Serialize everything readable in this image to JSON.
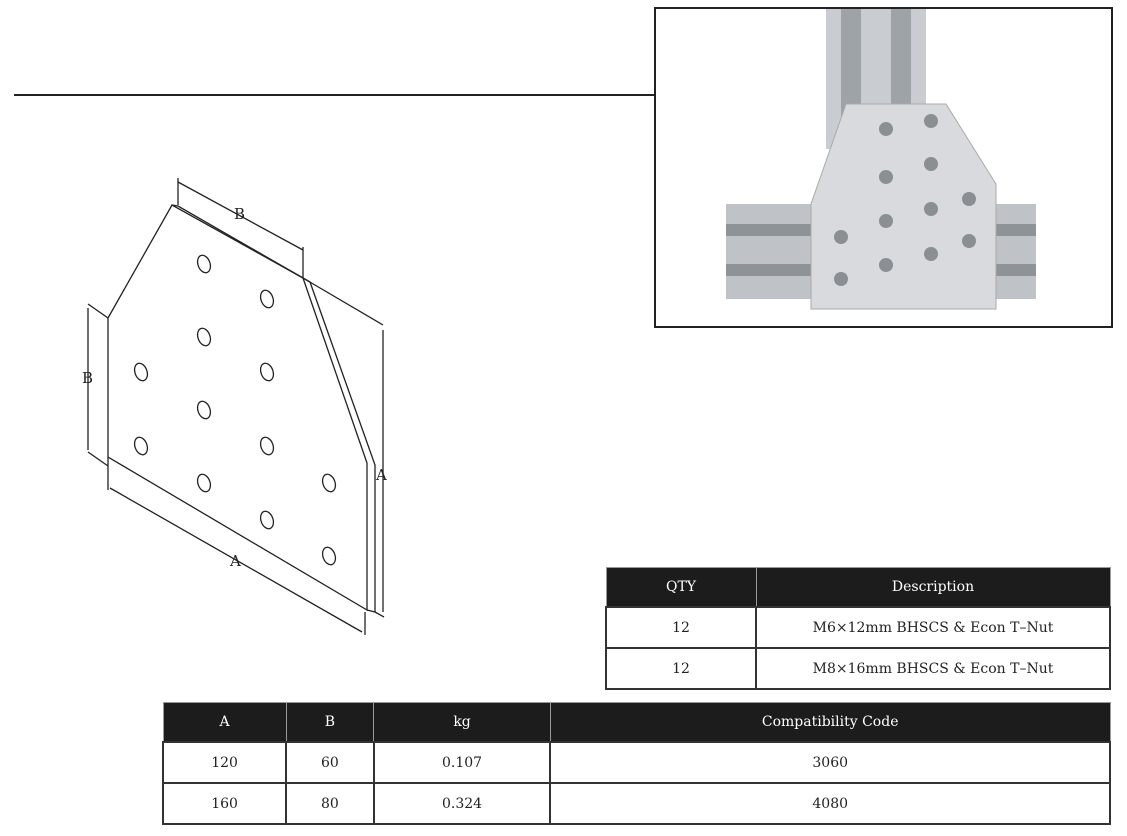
{
  "drawing": {
    "dim_a_label": "A",
    "dim_b_label": "B"
  },
  "photo": {
    "icon": "tee-joining-plate-photo"
  },
  "parts_table": {
    "headers": [
      "QTY",
      "Description"
    ],
    "rows": [
      [
        "12",
        "M6×12mm BHSCS & Econ T–Nut"
      ],
      [
        "12",
        "M8×16mm BHSCS & Econ T–Nut"
      ]
    ]
  },
  "dims_table": {
    "headers": [
      "A",
      "B",
      "kg",
      "Compatibility Code"
    ],
    "rows": [
      [
        "120",
        "60",
        "0.107",
        "3060"
      ],
      [
        "160",
        "80",
        "0.324",
        "4080"
      ]
    ]
  }
}
